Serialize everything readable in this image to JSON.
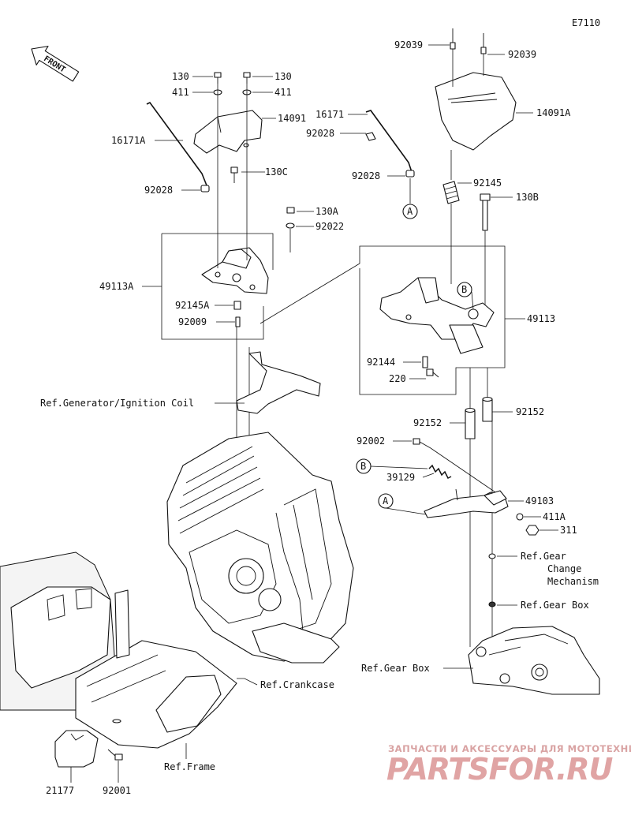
{
  "diagram_code": "E7110",
  "front_label": "FRONT",
  "callouts": {
    "c92039a": "92039",
    "c92039b": "92039",
    "c130a": "130",
    "c130b": "130",
    "c411a": "411",
    "c411b": "411",
    "c14091": "14091",
    "c14091A": "14091A",
    "c16171": "16171",
    "c16171A": "16171A",
    "c92028a": "92028",
    "c92028b": "92028",
    "c92028c": "92028",
    "c130C": "130C",
    "c130A": "130A",
    "c92022": "92022",
    "c92145": "92145",
    "c130B": "130B",
    "c49113A": "49113A",
    "c92145A": "92145A",
    "c92009": "92009",
    "c49113": "49113",
    "c92144": "92144",
    "c220": "220",
    "c92152a": "92152",
    "c92152b": "92152",
    "c92002": "92002",
    "c39129": "39129",
    "c49103": "49103",
    "c411A": "411A",
    "c311": "311",
    "c21177": "21177",
    "c92001": "92001"
  },
  "refs": {
    "generator": "Ref.Generator/Ignition Coil",
    "gear_change_1": "Ref.Gear",
    "gear_change_2": "Change",
    "gear_change_3": "Mechanism",
    "gear_box_1": "Ref.Gear Box",
    "gear_box_2": "Ref.Gear Box",
    "crankcase": "Ref.Crankcase",
    "frame": "Ref.Frame"
  },
  "markers": {
    "A1": "A",
    "A2": "A",
    "B1": "B",
    "B2": "B"
  },
  "watermark": {
    "line1": "ЗАПЧАСТИ И АКСЕССУАРЫ ДЛЯ МОТОТЕХНИКИ",
    "line2": "PARTSFOR.RU"
  }
}
